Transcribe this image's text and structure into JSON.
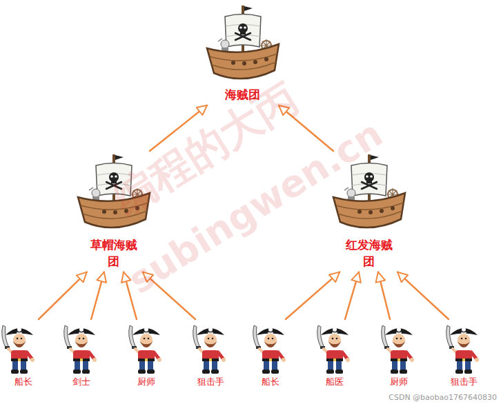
{
  "diagram": {
    "nodes": [
      {
        "text": [
          "海贼团"
        ]
      },
      {
        "text": [
          "草帽海贼团"
        ]
      },
      {
        "text": [
          "红发海贼团"
        ]
      },
      {
        "text": [
          "船长"
        ]
      },
      {
        "text": [
          "剑士"
        ]
      },
      {
        "text": [
          "厨师"
        ]
      },
      {
        "text": [
          "狙击手"
        ]
      },
      {
        "text": [
          "船长"
        ]
      },
      {
        "text": [
          "船医"
        ]
      },
      {
        "text": [
          "厨师"
        ]
      },
      {
        "text": [
          "狙击手"
        ]
      }
    ],
    "edges": [
      {
        "from": 1,
        "to": 0,
        "arrow": "to"
      },
      {
        "from": 2,
        "to": 0,
        "arrow": "to"
      },
      {
        "from": 3,
        "to": 1,
        "arrow": "to"
      },
      {
        "from": 4,
        "to": 1,
        "arrow": "to"
      },
      {
        "from": 5,
        "to": 1,
        "arrow": "to"
      },
      {
        "from": 6,
        "to": 1,
        "arrow": "to"
      },
      {
        "from": 7,
        "to": 2,
        "arrow": "to"
      },
      {
        "from": 8,
        "to": 2,
        "arrow": "to"
      },
      {
        "from": 9,
        "to": 2,
        "arrow": "to"
      },
      {
        "from": 10,
        "to": 2,
        "arrow": "to"
      }
    ],
    "labels": [
      "编程的大丙",
      "subingwen.cn",
      "CSDN @baobao1767640830"
    ]
  }
}
